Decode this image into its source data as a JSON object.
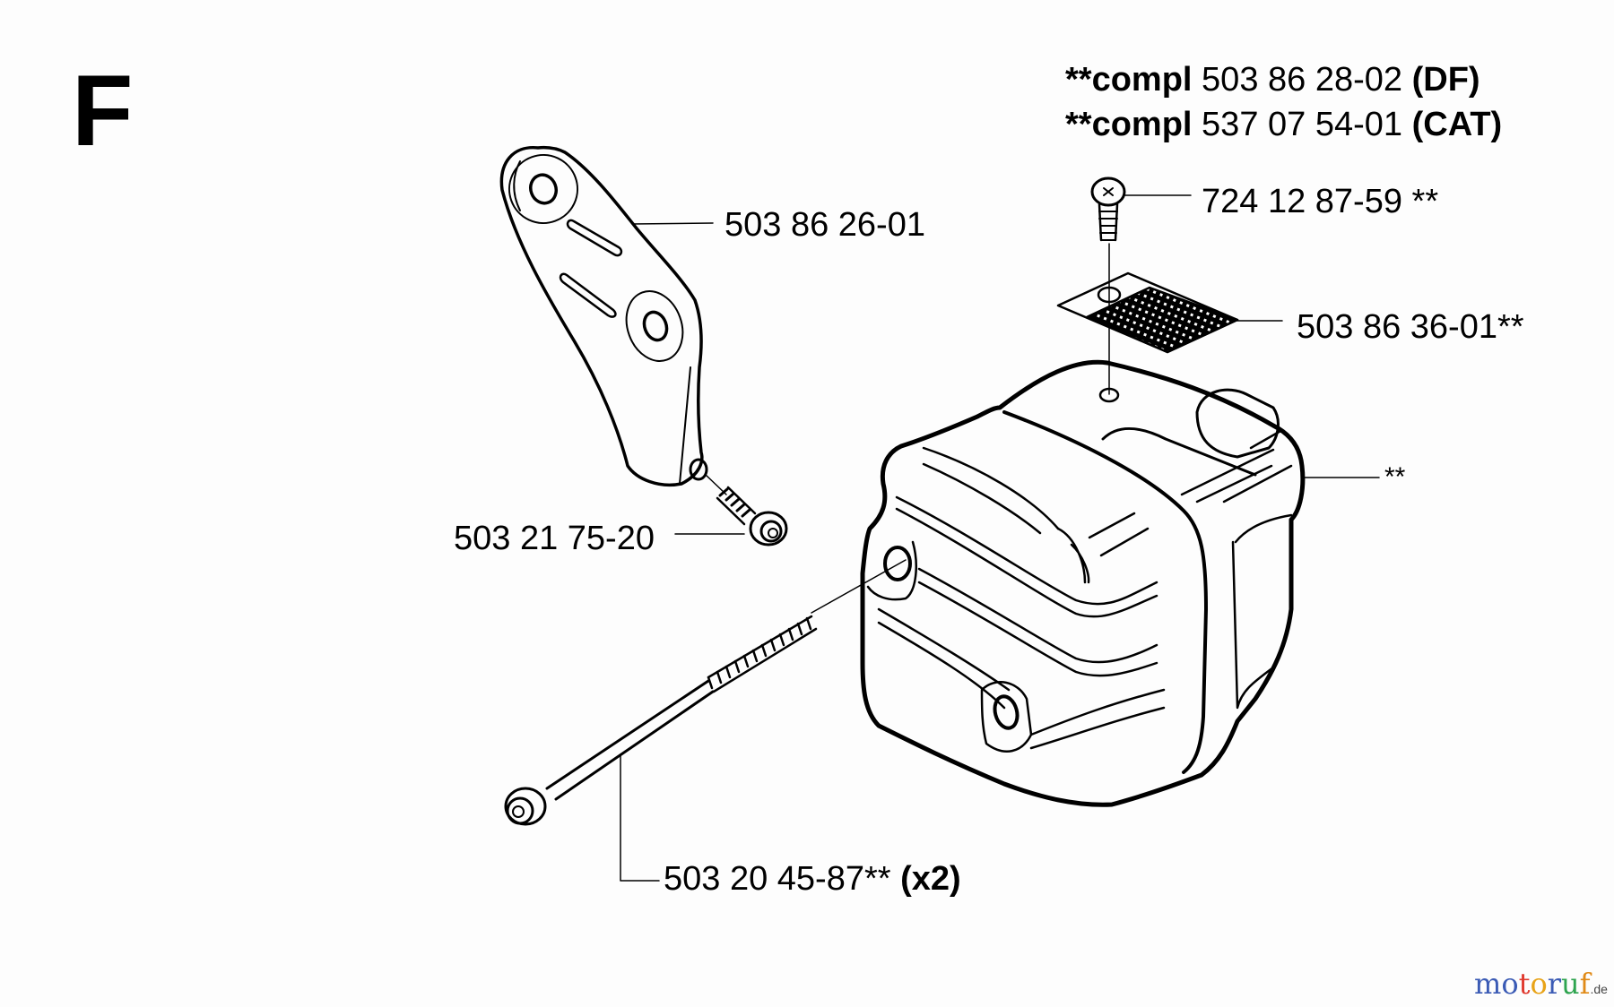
{
  "diagram": {
    "section_letter": "F",
    "assemblies": [
      {
        "prefix": "**compl",
        "part_no": "503 86 28-02",
        "variant": "(DF)"
      },
      {
        "prefix": "**compl",
        "part_no": "537 07 54-01",
        "variant": "(CAT)"
      }
    ],
    "parts": [
      {
        "id": "bracket",
        "part_no": "503 86 26-01",
        "suffix": "",
        "qty": ""
      },
      {
        "id": "bracket-screw",
        "part_no": "503 21 75-20",
        "suffix": "",
        "qty": ""
      },
      {
        "id": "long-bolt",
        "part_no": "503 20 45-87",
        "suffix": "**",
        "qty": "(x2)"
      },
      {
        "id": "top-screw",
        "part_no": "724 12 87-59",
        "suffix": " **",
        "qty": ""
      },
      {
        "id": "spark-screen",
        "part_no": "503 86 36-01",
        "suffix": "**",
        "qty": ""
      },
      {
        "id": "muffler",
        "part_no": "",
        "suffix": "**",
        "qty": ""
      }
    ]
  },
  "watermark": {
    "letters": [
      "m",
      "o",
      "t",
      "o",
      "r",
      "u",
      "f"
    ],
    "colors": [
      "#3b5bb5",
      "#3b5bb5",
      "#e03a2f",
      "#e8a317",
      "#3b5bb5",
      "#2ea44f",
      "#e08a17"
    ],
    "tld": ".de"
  }
}
